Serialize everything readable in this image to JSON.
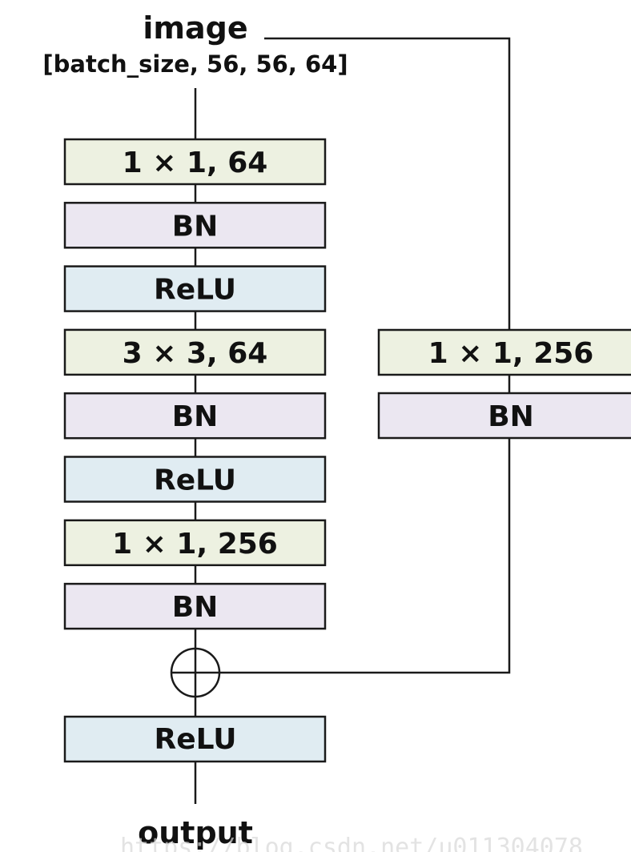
{
  "input": {
    "title": "image",
    "shape": "[batch_size, 56, 56, 64]"
  },
  "main_path": [
    {
      "label": "1 × 1, 64",
      "kind": "conv"
    },
    {
      "label": "BN",
      "kind": "bn"
    },
    {
      "label": "ReLU",
      "kind": "relu"
    },
    {
      "label": "3 × 3, 64",
      "kind": "conv"
    },
    {
      "label": "BN",
      "kind": "bn"
    },
    {
      "label": "ReLU",
      "kind": "relu"
    },
    {
      "label": "1 × 1, 256",
      "kind": "conv"
    },
    {
      "label": "BN",
      "kind": "bn"
    }
  ],
  "shortcut_path": [
    {
      "label": "1 × 1, 256",
      "kind": "conv"
    },
    {
      "label": "BN",
      "kind": "bn"
    }
  ],
  "final": {
    "label": "ReLU",
    "kind": "relu"
  },
  "output": {
    "label": "output"
  },
  "colors": {
    "conv": "#edf1e1",
    "bn": "#ebe7f1",
    "relu": "#e0ecf2",
    "stroke": "#1a1a1a"
  }
}
